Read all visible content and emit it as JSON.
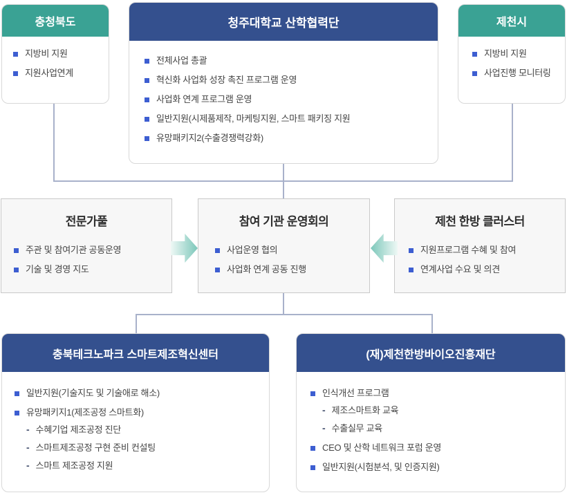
{
  "palette": {
    "teal_header": "#3aa294",
    "navy_header": "#34508e",
    "gray_box_bg": "#f7f7f7",
    "gray_box_border": "#c9c9c9",
    "connector_line": "#a8b1ca",
    "bullet_square": "#3d5ed1",
    "arrow_teal": "#7cc7ba"
  },
  "top_row": {
    "left": {
      "title": "충청북도",
      "items": [
        "지방비 지원",
        "지원사업연계"
      ]
    },
    "center": {
      "title": "청주대학교 산학협력단",
      "items": [
        "전체사업 총괄",
        "혁신화 사업화 성장 촉진 프로그램 운영",
        "사업화 연계 프로그램 운영",
        "일반지원(시제품제작, 마케팅지원, 스마트 패키징 지원",
        "유망패키지2(수출경쟁력강화)"
      ]
    },
    "right": {
      "title": "제천시",
      "items": [
        "지방비 지원",
        "사업진행 모니터링"
      ]
    }
  },
  "middle_row": {
    "left": {
      "title": "전문가풀",
      "items": [
        "주관 및  참여기관 공동운영",
        "기술 및 경영 지도"
      ]
    },
    "center": {
      "title": "참여 기관 운영회의",
      "items": [
        "사업운영 협의",
        "사업화 연계 공동 진행"
      ]
    },
    "right": {
      "title": "제천 한방 클러스터",
      "items": [
        "지원프로그램 수혜 및 참여",
        "연계사업 수요 및 의견"
      ]
    }
  },
  "bottom_row": {
    "left": {
      "title": "충북테크노파크 스마트제조혁신센터",
      "items": [
        {
          "text": "일반지원(기술지도 및 기술애로 해소)",
          "sub": []
        },
        {
          "text": "유망패키지1(제조공정 스마트화)",
          "sub": [
            "수혜기업 제조공정 진단",
            "스마트제조공정 구현 준비 컨설팅",
            "스마트 제조공정 지원"
          ]
        }
      ]
    },
    "right": {
      "title": "(재)제천한방바이오진흥재단",
      "items": [
        {
          "text": "인식개선 프로그램",
          "sub": [
            "제조스마트화 교육",
            "수출실무 교육"
          ]
        },
        {
          "text": "CEO 및 산학 네트워크 포럼 운영",
          "sub": []
        },
        {
          "text": "일반지원(시험분석, 및 인증지원)",
          "sub": []
        }
      ]
    }
  }
}
